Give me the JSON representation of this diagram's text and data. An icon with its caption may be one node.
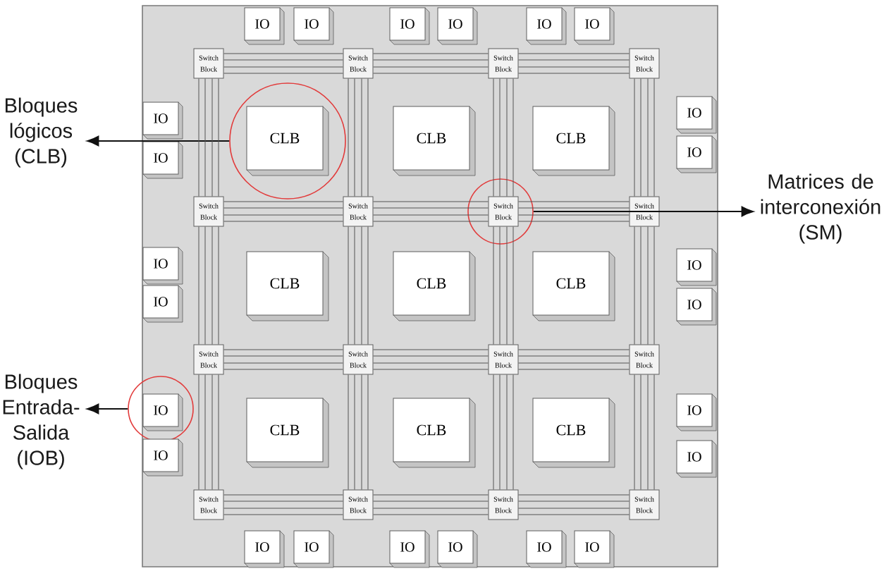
{
  "diagram": {
    "nodes": [
      {
        "text": [
          "IO"
        ]
      },
      {
        "text": [
          "IO"
        ]
      },
      {
        "text": [
          "IO"
        ]
      },
      {
        "text": [
          "IO"
        ]
      },
      {
        "text": [
          "IO"
        ]
      },
      {
        "text": [
          "IO"
        ]
      },
      {
        "text": [
          "Switch Block"
        ]
      },
      {
        "text": [
          "Switch Block"
        ]
      },
      {
        "text": [
          "Switch Block"
        ]
      },
      {
        "text": [
          "Switch Block"
        ]
      },
      {
        "text": [
          "IO"
        ]
      },
      {
        "text": [
          "IO"
        ]
      },
      {
        "text": [],
        "shape": "circle"
      },
      {
        "text": [
          "CLB"
        ],
        "in": 12
      },
      {
        "text": [
          "CLB"
        ]
      },
      {
        "text": [
          "CLB"
        ]
      },
      {
        "text": [
          "IO"
        ]
      },
      {
        "text": [
          "IO"
        ]
      },
      {
        "text": [
          "Switch Block"
        ]
      },
      {
        "text": [
          "Switch Block"
        ]
      },
      {
        "text": [],
        "shape": "circle"
      },
      {
        "text": [
          "Switch Block"
        ],
        "in": 20
      },
      {
        "text": [
          "Switch Block"
        ]
      },
      {
        "text": [
          "IO"
        ]
      },
      {
        "text": [
          "IO"
        ]
      },
      {
        "text": [
          "CLB"
        ]
      },
      {
        "text": [
          "CLB"
        ]
      },
      {
        "text": [
          "CLB"
        ]
      },
      {
        "text": [
          "IO"
        ]
      },
      {
        "text": [
          "IO"
        ]
      },
      {
        "text": [
          "Switch Block"
        ]
      },
      {
        "text": [
          "Switch Block"
        ]
      },
      {
        "text": [
          "Switch Block"
        ]
      },
      {
        "text": [
          "Switch Block"
        ]
      },
      {
        "text": [],
        "shape": "circle"
      },
      {
        "text": [
          "IO"
        ],
        "in": 34
      },
      {
        "text": [
          "IO"
        ]
      },
      {
        "text": [
          "CLB"
        ]
      },
      {
        "text": [
          "CLB"
        ]
      },
      {
        "text": [
          "CLB"
        ]
      },
      {
        "text": [
          "IO"
        ]
      },
      {
        "text": [
          "IO"
        ]
      },
      {
        "text": [
          "Switch Block"
        ]
      },
      {
        "text": [
          "Switch Block"
        ]
      },
      {
        "text": [
          "Switch Block"
        ]
      },
      {
        "text": [
          "Switch Block"
        ]
      },
      {
        "text": [
          "IO"
        ]
      },
      {
        "text": [
          "IO"
        ]
      },
      {
        "text": [
          "IO"
        ]
      },
      {
        "text": [
          "IO"
        ]
      },
      {
        "text": [
          "IO"
        ]
      },
      {
        "text": [
          "IO"
        ]
      },
      {
        "text": [
          "Bloques lógicos (CLB)"
        ]
      },
      {
        "text": [
          "Matrices de interconexión (SM)"
        ]
      },
      {
        "text": [
          "Bloques Entrada-Salida (IOB)"
        ]
      }
    ],
    "edges": [
      {
        "from": 12,
        "to": 52,
        "arrow": "to",
        "color": "#111111"
      },
      {
        "from": 20,
        "to": 53,
        "arrow": "to",
        "color": "#111111"
      },
      {
        "from": 34,
        "to": 54,
        "arrow": "to",
        "color": "#111111"
      },
      {
        "from": 6,
        "to": 7,
        "arrow": "none"
      },
      {
        "from": 7,
        "to": 8,
        "arrow": "none"
      },
      {
        "from": 8,
        "to": 9,
        "arrow": "none"
      },
      {
        "from": 6,
        "to": 18,
        "arrow": "none"
      },
      {
        "from": 7,
        "to": 19,
        "arrow": "none"
      },
      {
        "from": 8,
        "to": 21,
        "arrow": "none"
      },
      {
        "from": 9,
        "to": 22,
        "arrow": "none"
      },
      {
        "from": 18,
        "to": 19,
        "arrow": "none"
      },
      {
        "from": 19,
        "to": 21,
        "arrow": "none"
      },
      {
        "from": 21,
        "to": 22,
        "arrow": "none"
      },
      {
        "from": 18,
        "to": 30,
        "arrow": "none"
      },
      {
        "from": 19,
        "to": 31,
        "arrow": "none"
      },
      {
        "from": 21,
        "to": 32,
        "arrow": "none"
      },
      {
        "from": 22,
        "to": 33,
        "arrow": "none"
      },
      {
        "from": 30,
        "to": 31,
        "arrow": "none"
      },
      {
        "from": 31,
        "to": 32,
        "arrow": "none"
      },
      {
        "from": 32,
        "to": 33,
        "arrow": "none"
      },
      {
        "from": 30,
        "to": 42,
        "arrow": "none"
      },
      {
        "from": 31,
        "to": 43,
        "arrow": "none"
      },
      {
        "from": 32,
        "to": 44,
        "arrow": "none"
      },
      {
        "from": 33,
        "to": 45,
        "arrow": "none"
      },
      {
        "from": 42,
        "to": 43,
        "arrow": "none"
      },
      {
        "from": 43,
        "to": 44,
        "arrow": "none"
      },
      {
        "from": 44,
        "to": 45,
        "arrow": "none"
      }
    ]
  }
}
